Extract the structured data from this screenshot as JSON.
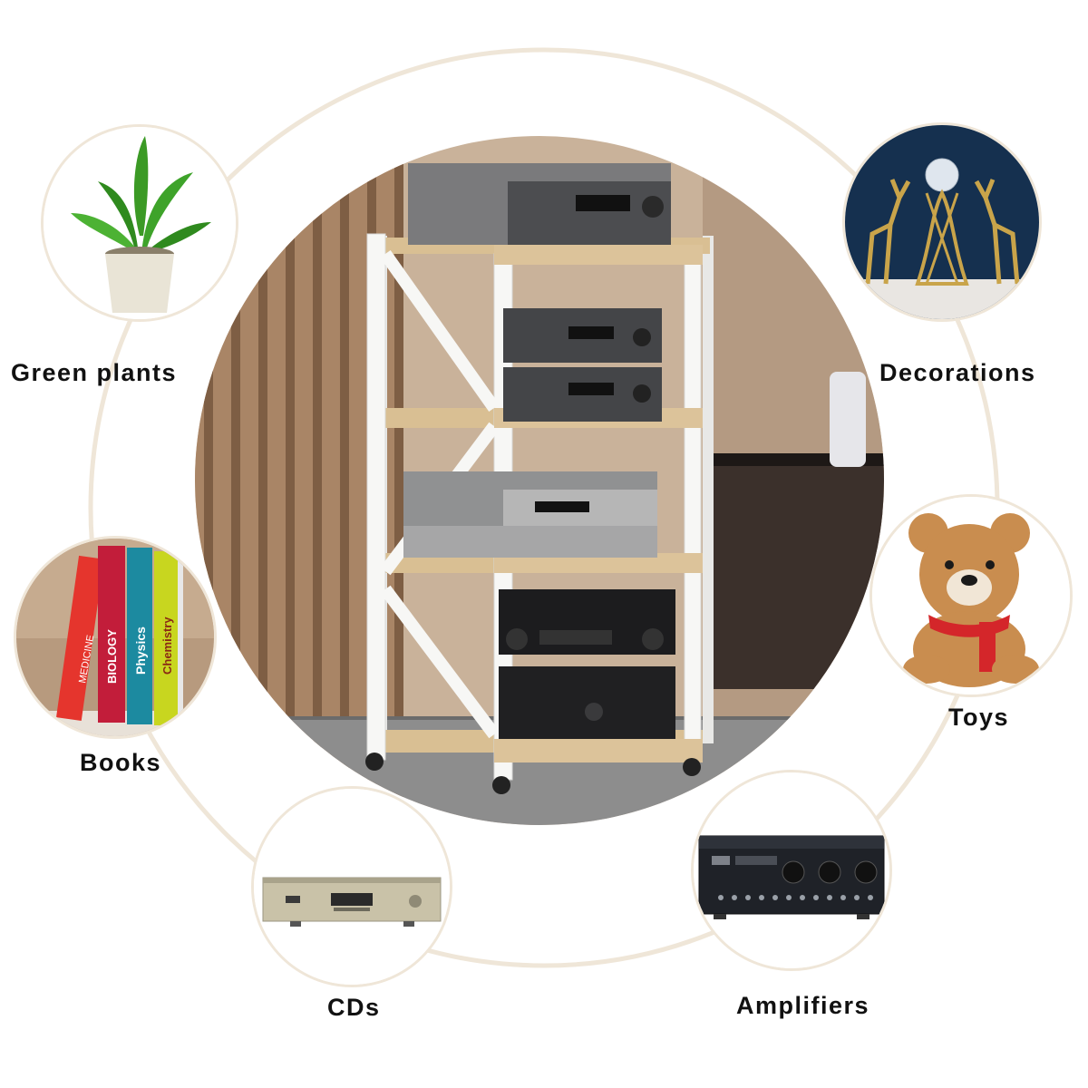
{
  "labels": {
    "green_plants": "Green plants",
    "decorations": "Decorations",
    "books": "Books",
    "toys": "Toys",
    "cds": "CDs",
    "amplifiers": "Amplifiers"
  },
  "book_spines": [
    "MEDICINE",
    "BIOLOGY",
    "Physics",
    "Chemistry"
  ],
  "colors": {
    "ring": "#efe6d8",
    "shelf_frame": "#f4f4f2",
    "shelf_wood": "#d9bf93",
    "wall_wood": "#b08e6d",
    "decor_bg": "#15304f",
    "gold": "#c9a44a",
    "bear": "#c98d4f",
    "scarf": "#d4262a"
  }
}
